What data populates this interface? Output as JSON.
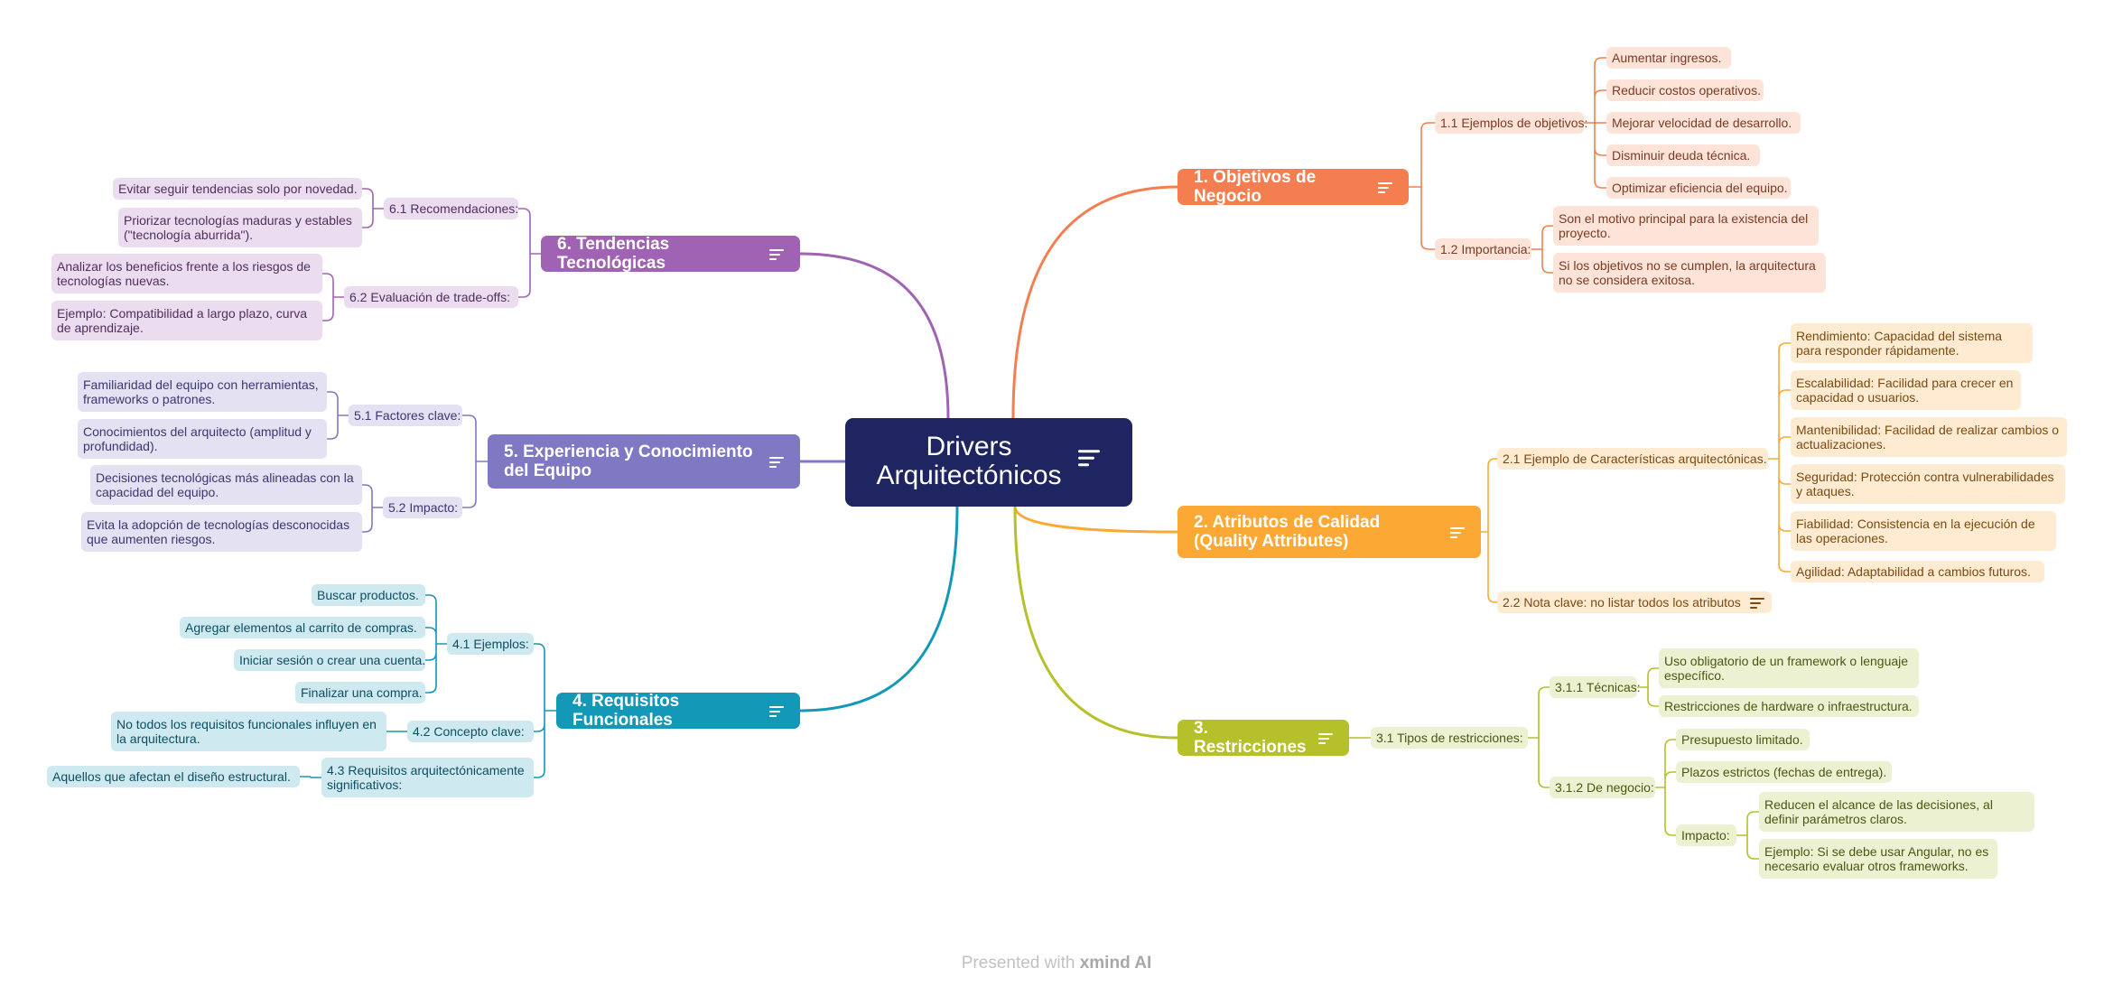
{
  "center": {
    "title": "Drivers Arquitectónicos"
  },
  "branches": {
    "obj": {
      "title": "1. Objetivos de Negocio",
      "color": "#f47e4f",
      "ej_label": "1.1 Ejemplos de objetivos:",
      "ej": [
        "Aumentar ingresos.",
        "Reducir costos operativos.",
        "Mejorar velocidad de desarrollo.",
        "Disminuir deuda técnica.",
        "Optimizar eficiencia del equipo."
      ],
      "imp_label": "1.2 Importancia:",
      "imp": [
        "Son el motivo principal para la existencia del proyecto.",
        "Si los objetivos no se cumplen, la arquitectura no se considera exitosa."
      ]
    },
    "cal": {
      "title": "2. Atributos de Calidad (Quality Attributes)",
      "color": "#fba834",
      "ej_label": "2.1 Ejemplo de Características arquitectónicas.",
      "ej": [
        "Rendimiento: Capacidad del sistema para responder rápidamente.",
        "Escalabilidad: Facilidad para crecer en capacidad o usuarios.",
        "Mantenibilidad: Facilidad de realizar cambios o actualizaciones.",
        "Seguridad: Protección contra vulnerabilidades y ataques.",
        "Fiabilidad: Consistencia en la ejecución de las operaciones.",
        "Agilidad: Adaptabilidad a cambios futuros."
      ],
      "nota_label": "2.2 Nota clave: no listar todos los atributos"
    },
    "res": {
      "title": "3. Restricciones",
      "color": "#b5c02a",
      "tipos_label": "3.1 Tipos de restricciones:",
      "tec_label": "3.1.1 Técnicas:",
      "tec": [
        "Uso obligatorio de un framework o lenguaje específico.",
        "Restricciones de hardware o infraestructura."
      ],
      "neg_label": "3.1.2 De negocio:",
      "neg": [
        "Presupuesto limitado.",
        "Plazos estrictos (fechas de entrega)."
      ],
      "imp_label": "Impacto:",
      "imp": [
        "Reducen el alcance de las decisiones, al definir parámetros claros.",
        "Ejemplo: Si se debe usar Angular, no es necesario evaluar otros frameworks."
      ]
    },
    "req": {
      "title": "4. Requisitos Funcionales",
      "color": "#1398b7",
      "ej_label": "4.1 Ejemplos:",
      "ej": [
        "Buscar productos.",
        "Agregar elementos al carrito de compras.",
        "Iniciar sesión o crear una cuenta.",
        "Finalizar una compra."
      ],
      "concepto_label": "4.2 Concepto clave:",
      "concepto": [
        "No todos los requisitos funcionales influyen en la arquitectura."
      ],
      "signif_label": "4.3 Requisitos arquitectónicamente significativos:",
      "signif": [
        "Aquellos que afectan el diseño estructural."
      ]
    },
    "exp": {
      "title": "5. Experiencia y Conocimiento del Equipo",
      "color": "#7f78c3",
      "fac_label": "5.1 Factores clave:",
      "fac": [
        "Familiaridad del equipo con herramientas, frameworks o patrones.",
        "Conocimientos del arquitecto (amplitud y profundidad)."
      ],
      "imp_label": "5.2 Impacto:",
      "imp": [
        "Decisiones tecnológicas más alineadas con la capacidad del equipo.",
        "Evita la adopción de tecnologías desconocidas que aumenten riesgos."
      ]
    },
    "ten": {
      "title": "6. Tendencias Tecnológicas",
      "color": "#a063b3",
      "rec_label": "6.1 Recomendaciones:",
      "rec": [
        "Evitar seguir tendencias solo por novedad.",
        "Priorizar tecnologías maduras y estables (\"tecnología aburrida\")."
      ],
      "trade_label": "6.2 Evaluación de trade-offs:",
      "trade": [
        "Analizar los beneficios frente a los riesgos de tecnologías nuevas.",
        "Ejemplo: Compatibilidad a largo plazo, curva de aprendizaje."
      ]
    }
  },
  "footer": {
    "prefix": "Presented with",
    "brand": "xmind AI"
  }
}
